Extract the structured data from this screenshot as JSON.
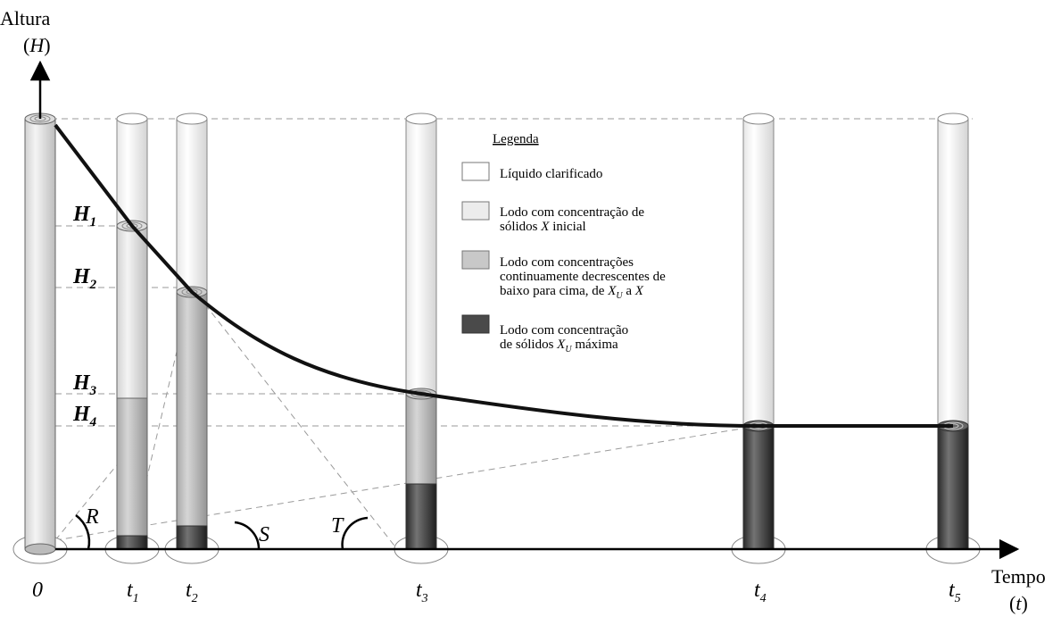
{
  "y_axis": {
    "label_line1": "Altura",
    "label_line2_var": "H"
  },
  "x_axis": {
    "label_line1": "Tempo",
    "label_line2_var": "t"
  },
  "time_labels": [
    {
      "base": "0",
      "sub": ""
    },
    {
      "base": "t",
      "sub": "1"
    },
    {
      "base": "t",
      "sub": "2"
    },
    {
      "base": "t",
      "sub": "3"
    },
    {
      "base": "t",
      "sub": "4"
    },
    {
      "base": "t",
      "sub": "5"
    }
  ],
  "height_labels": [
    {
      "base": "H",
      "sub": "1"
    },
    {
      "base": "H",
      "sub": "2"
    },
    {
      "base": "H",
      "sub": "3"
    },
    {
      "base": "H",
      "sub": "4"
    }
  ],
  "angle_labels": [
    "R",
    "S",
    "T"
  ],
  "legend": {
    "title": "Legenda",
    "items": [
      {
        "text1": "Líquido clarificado"
      },
      {
        "text1": "Lodo com concentração de",
        "text2_a": "sólidos ",
        "var2": "X",
        "text2_b": " inicial"
      },
      {
        "text1": "Lodo com concentrações",
        "text2": "continuamente decrescentes de",
        "text3_a": "baixo para cima, de ",
        "var3a": "X",
        "sub3a": "U",
        "text3_b": " a ",
        "var3b": "X"
      },
      {
        "text1": "Lodo com concentração",
        "text2_a": "de sólidos ",
        "var2": "X",
        "sub2": "U",
        "text2_b": " máxima"
      }
    ]
  },
  "colors": {
    "clear_liquid": "#ffffff",
    "initial_sludge": "#ececec",
    "gradient_sludge": "#c8c8c8",
    "compacted_sludge": "#4a4a4a",
    "curve": "#111111",
    "dashed": "#999999"
  }
}
